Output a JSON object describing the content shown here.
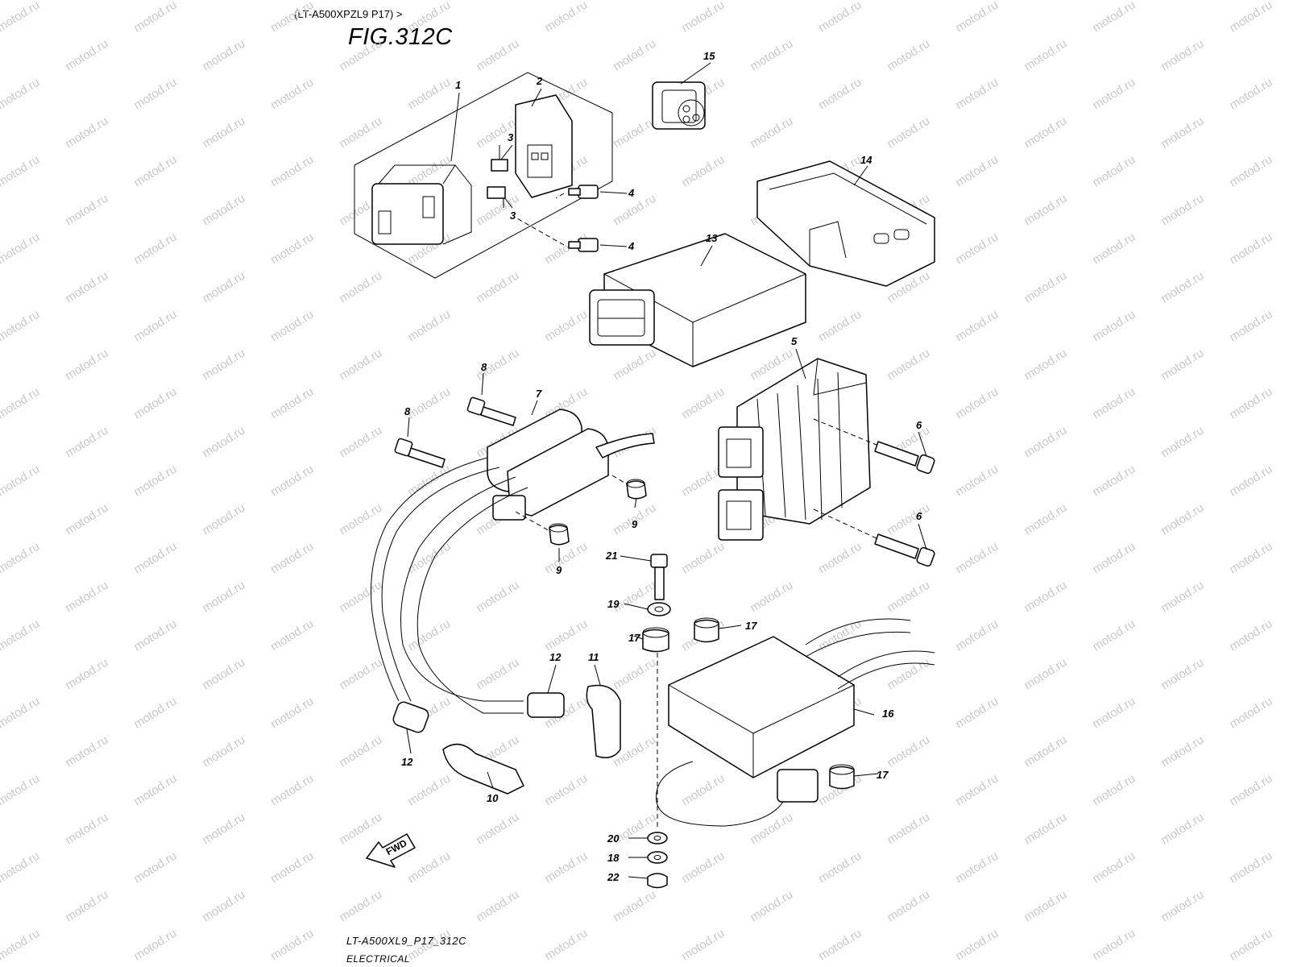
{
  "header": {
    "variant": "(LT-A500XPZL9 P17) >",
    "figure": "FIG.312C"
  },
  "footer": {
    "code": "LT-A500XL9_P17_312C",
    "section": "ELECTRICAL"
  },
  "direction_marker": "FWD",
  "watermark": "motod.ru",
  "callouts": {
    "c1": "1",
    "c2": "2",
    "c3a": "3",
    "c3b": "3",
    "c4a": "4",
    "c4b": "4",
    "c5": "5",
    "c6a": "6",
    "c6b": "6",
    "c7": "7",
    "c8a": "8",
    "c8b": "8",
    "c9a": "9",
    "c9b": "9",
    "c10": "10",
    "c11": "11",
    "c12a": "12",
    "c12b": "12",
    "c13": "13",
    "c14": "14",
    "c15": "15",
    "c16": "16",
    "c17a": "17",
    "c17b": "17",
    "c17c": "17",
    "c18": "18",
    "c19": "19",
    "c20": "20",
    "c21": "21",
    "c22": "22"
  }
}
